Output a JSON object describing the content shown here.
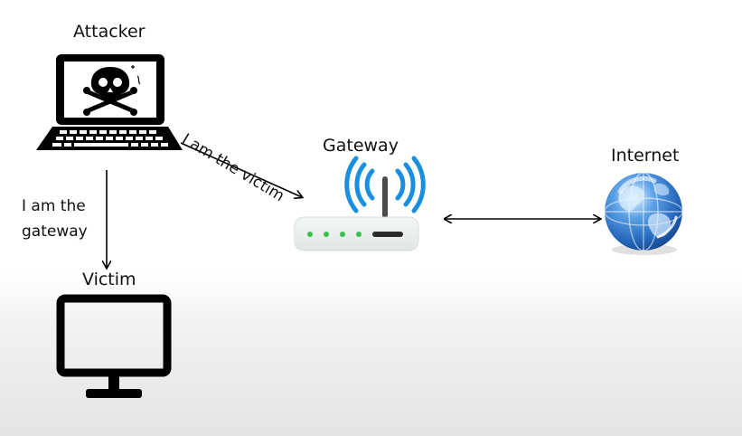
{
  "labels": {
    "attacker": "Attacker",
    "gateway": "Gateway",
    "internet": "Internet",
    "victim": "Victim",
    "attacker_to_victim_line1": "I am the",
    "attacker_to_victim_line2": "gateway",
    "attacker_to_gateway": "I am the victim"
  },
  "icons": {
    "attacker": "laptop-skull-icon",
    "gateway": "wifi-router-icon",
    "internet": "globe-icon",
    "victim": "monitor-icon"
  },
  "colors": {
    "wifi_waves": "#1a8fe0",
    "router_leds": "#3cc24a",
    "globe": "#2a74c9",
    "outline": "#000000"
  }
}
